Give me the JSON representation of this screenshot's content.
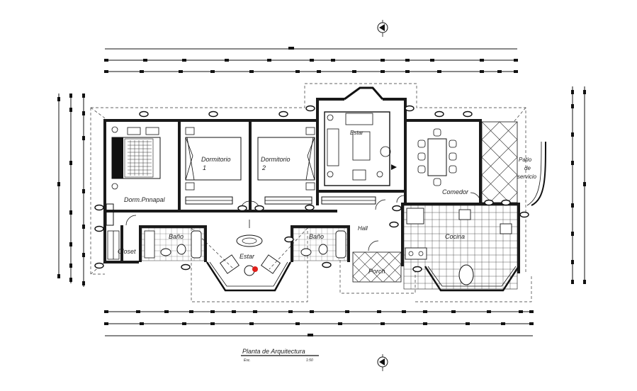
{
  "drawing": {
    "title": "Planta de Arquitectura",
    "scale_label": "Esc.",
    "scale_value": "1:50"
  },
  "rooms": {
    "dorm_principal": "Dorm.Pnnapal",
    "dormitorio_1": "Dormitorio",
    "dormitorio_1_num": "1",
    "dormitorio_2": "Dormitorio",
    "dormitorio_2_num": "2",
    "estar_top": "Estar",
    "estar_main": "Estar",
    "comedor": "Comedor",
    "patio_line1": "Patio",
    "patio_line2": "de",
    "patio_line3": "servicio",
    "closet": "Closet",
    "bano_left": "Baño",
    "bano_right": "Baño",
    "hall": "Hall",
    "cocina": "Cocina",
    "porch": "Porch"
  },
  "colors": {
    "line": "#111111",
    "accent": "#e0201b"
  }
}
